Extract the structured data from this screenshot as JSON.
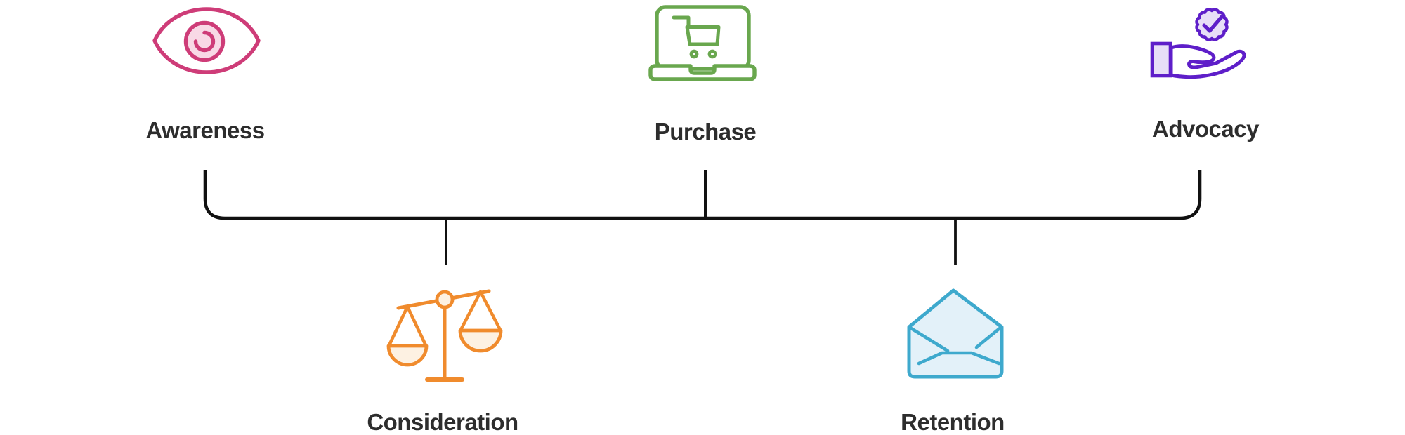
{
  "stages": [
    {
      "id": "awareness",
      "label": "Awareness",
      "icon": "eye-icon",
      "row": "top",
      "stroke_color": "#ce3c78",
      "fill_color": "#f8d9e6"
    },
    {
      "id": "consideration",
      "label": "Consideration",
      "icon": "balance-scale-icon",
      "row": "bottom",
      "stroke_color": "#f08b2d",
      "fill_color": "#fdf1e2"
    },
    {
      "id": "purchase",
      "label": "Purchase",
      "icon": "laptop-cart-icon",
      "row": "top",
      "stroke_color": "#69a74e",
      "fill_color": "#ffffff"
    },
    {
      "id": "retention",
      "label": "Retention",
      "icon": "open-envelope-icon",
      "row": "bottom",
      "stroke_color": "#3ea9cd",
      "fill_color": "#e3f1f9"
    },
    {
      "id": "advocacy",
      "label": "Advocacy",
      "icon": "hand-badge-icon",
      "row": "top",
      "stroke_color": "#5e1ec9",
      "fill_color": "#e7def7"
    }
  ],
  "connector": {
    "color": "#111111"
  },
  "text_color": "#2d2d2d",
  "background_color": "#ffffff"
}
